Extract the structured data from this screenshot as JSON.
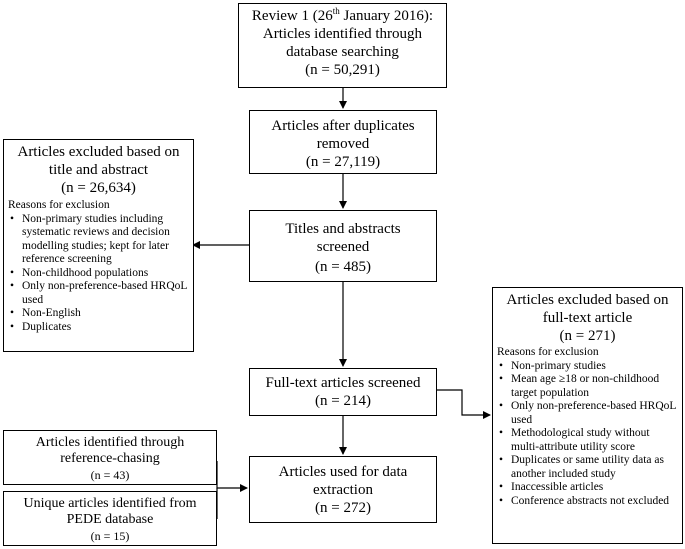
{
  "review_box": {
    "line1_prefix": "Review 1 (26",
    "line1_sup": "th",
    "line1_suffix": " January 2016):",
    "line2": "Articles identified through",
    "line3": "database searching",
    "count": "(n = 50,291)"
  },
  "dedup_box": {
    "line1": "Articles after duplicates",
    "line2": "removed",
    "count": "(n = 27,119)"
  },
  "screened_box": {
    "line1": "Titles and abstracts",
    "line2": "screened",
    "count": "(n = 485)"
  },
  "fulltext_box": {
    "line1": "Full-text articles screened",
    "count": "(n = 214)"
  },
  "included_box": {
    "line1": "Articles used for data",
    "line2": "extraction",
    "count": "(n = 272)"
  },
  "excluded_ta_box": {
    "line1": "Articles excluded based on",
    "line2": "title and abstract",
    "count": "(n = 26,634)",
    "reasons_label": "Reasons for exclusion",
    "reasons": [
      "Non-primary studies including systematic reviews and decision modelling studies; kept for later reference screening",
      "Non-childhood populations",
      "Only non-preference-based HRQoL used",
      "Non-English",
      "Duplicates"
    ]
  },
  "excluded_ft_box": {
    "line1": "Articles excluded based on",
    "line2": "full-text article",
    "count": "(n = 271)",
    "reasons_label": "Reasons for exclusion",
    "reasons": [
      "Non-primary studies",
      "Mean age ≥18 or non-childhood target population",
      "Only non-preference-based HRQoL used",
      "Methodological study without multi-attribute utility score",
      "Duplicates or same utility data as another included study",
      "Inaccessible articles",
      "Conference abstracts not excluded"
    ]
  },
  "reference_box": {
    "line1": "Articles identified through",
    "line2": "reference-chasing",
    "count": "(n = 43)"
  },
  "pede_box": {
    "line1": "Unique articles identified from",
    "line2": "PEDE database",
    "count": "(n = 15)"
  }
}
